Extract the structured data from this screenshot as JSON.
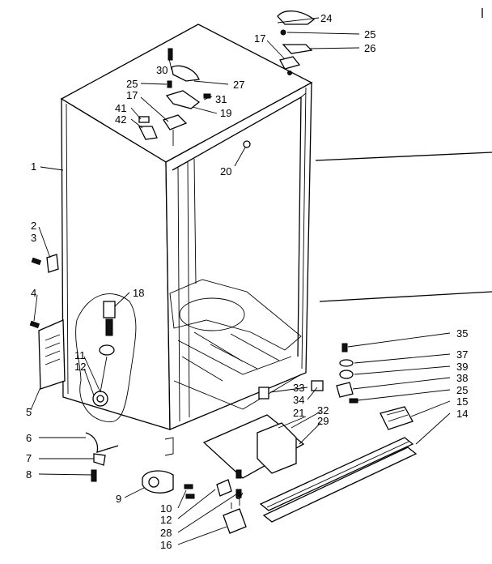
{
  "labels": {
    "p1": "1",
    "p2": "2",
    "p3a": "3",
    "p3b": "3",
    "p4": "4",
    "p5": "5",
    "p6": "6",
    "p7": "7",
    "p8": "8",
    "p9": "9",
    "p10": "10",
    "p11": "11",
    "p12a": "12",
    "p12b": "12",
    "p14": "14",
    "p15": "15",
    "p16": "16",
    "p17a": "17",
    "p17b": "17",
    "p18": "18",
    "p19": "19",
    "p20": "20",
    "p21": "21",
    "p24": "24",
    "p25a": "25",
    "p25b": "25",
    "p25c": "25",
    "p26": "26",
    "p27": "27",
    "p28": "28",
    "p29": "29",
    "p30": "30",
    "p31": "31",
    "p32": "32",
    "p33": "33",
    "p34": "34",
    "p35": "35",
    "p37": "37",
    "p38": "38",
    "p39": "39",
    "p41": "41",
    "p42": "42"
  }
}
